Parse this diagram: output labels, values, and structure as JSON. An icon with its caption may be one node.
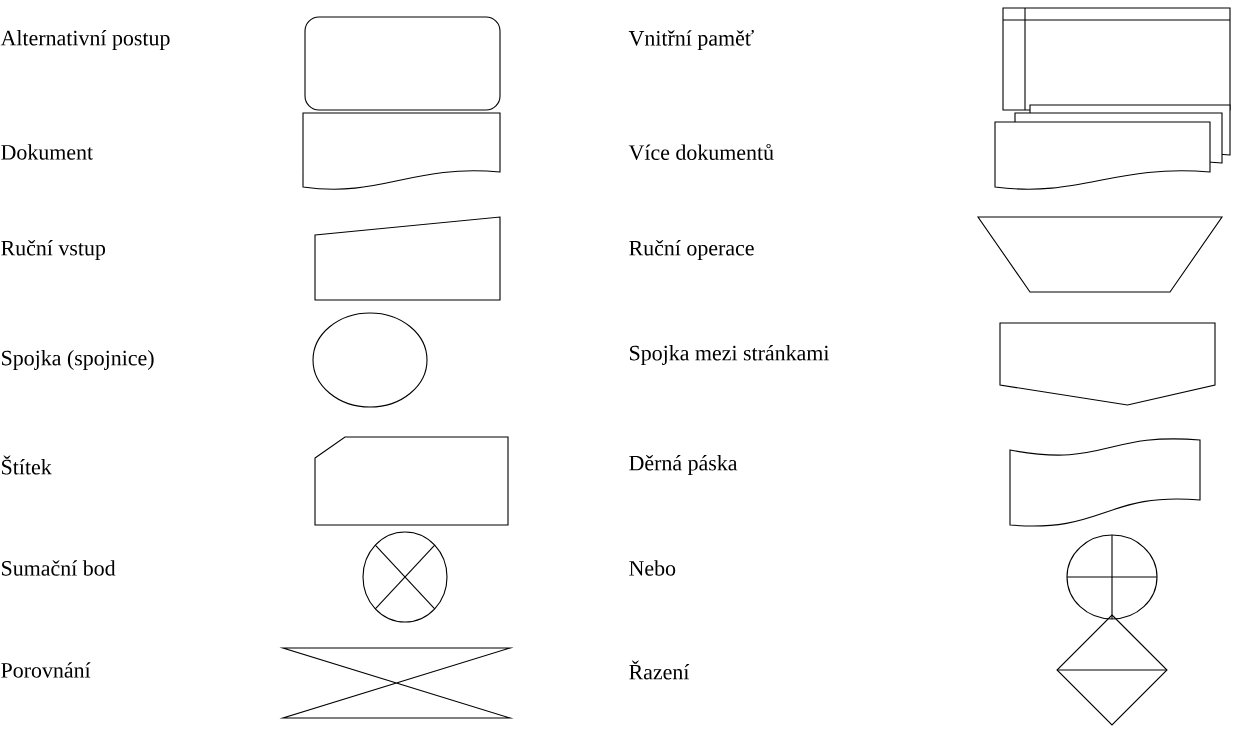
{
  "diagram": {
    "nodes": [
      {
        "text": [],
        "shape": "roundbox"
      },
      {
        "text": [],
        "shape": "storage"
      },
      {
        "text": [],
        "shape": "document"
      },
      {
        "text": [],
        "shape": "documents"
      },
      {
        "text": [],
        "shape": "quadrilateral"
      },
      {
        "text": [],
        "shape": "trapezoid"
      },
      {
        "text": [],
        "shape": "circle"
      },
      {
        "text": [],
        "shape": "pentagon"
      },
      {
        "text": [],
        "shape": "card"
      },
      {
        "text": [],
        "shape": "tape"
      },
      {
        "text": [],
        "shape": "junction"
      },
      {
        "text": [],
        "shape": "wheel"
      },
      {
        "text": [],
        "shape": "hourglass"
      },
      {
        "text": [],
        "shape": "diamond"
      }
    ],
    "labels": [
      "Alternativní postup",
      "Vnitřní paměť",
      "Dokument",
      "Více dokumentů",
      "Ruční vstup",
      "Ruční operace",
      "Spojka  (spojnice)",
      "Spojka mezi stránkami",
      "Štítek",
      "Děrná páska",
      "Sumační bod",
      "Nebo",
      "Porovnání",
      "Řazení"
    ]
  }
}
